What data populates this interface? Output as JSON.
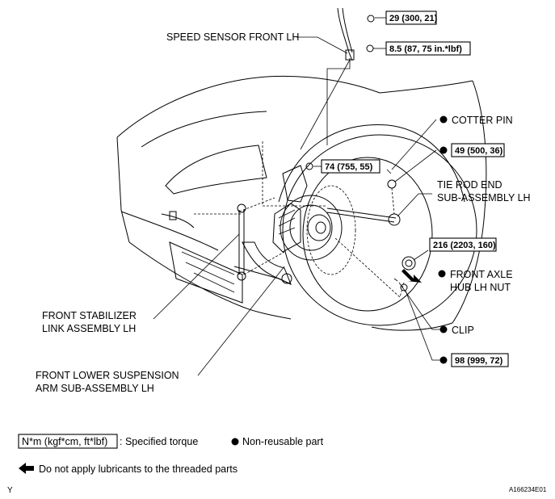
{
  "labels": {
    "speed_sensor": "SPEED SENSOR FRONT LH",
    "cotter_pin": "COTTER PIN",
    "tie_rod_line1": "TIE ROD END",
    "tie_rod_line2": "SUB-ASSEMBLY LH",
    "axle_nut_line1": "FRONT AXLE",
    "axle_nut_line2": "HUB LH NUT",
    "clip": "CLIP",
    "stabilizer_line1": "FRONT STABILIZER",
    "stabilizer_line2": "LINK ASSEMBLY LH",
    "lower_arm_line1": "FRONT LOWER SUSPENSION",
    "lower_arm_line2": "ARM SUB-ASSEMBLY LH"
  },
  "torques": {
    "t1": "29 (300, 21)",
    "t2": "8.5 (87, 75 in.*lbf)",
    "t3": "74 (755, 55)",
    "t4": "49 (500, 36)",
    "t5": "216 (2203, 160)",
    "t6": "98 (999, 72)"
  },
  "legend": {
    "torque_unit": "N*m (kgf*cm, ft*lbf)",
    "torque_desc": ": Specified torque",
    "non_reusable": "Non-reusable part",
    "no_lube": "Do not apply lubricants to the threaded parts"
  },
  "footer": {
    "left_mark": "Y",
    "figure_id": "A166234E01"
  },
  "icons": {
    "non_reusable": "filled-circle-icon",
    "no_lube": "left-arrow-icon"
  }
}
